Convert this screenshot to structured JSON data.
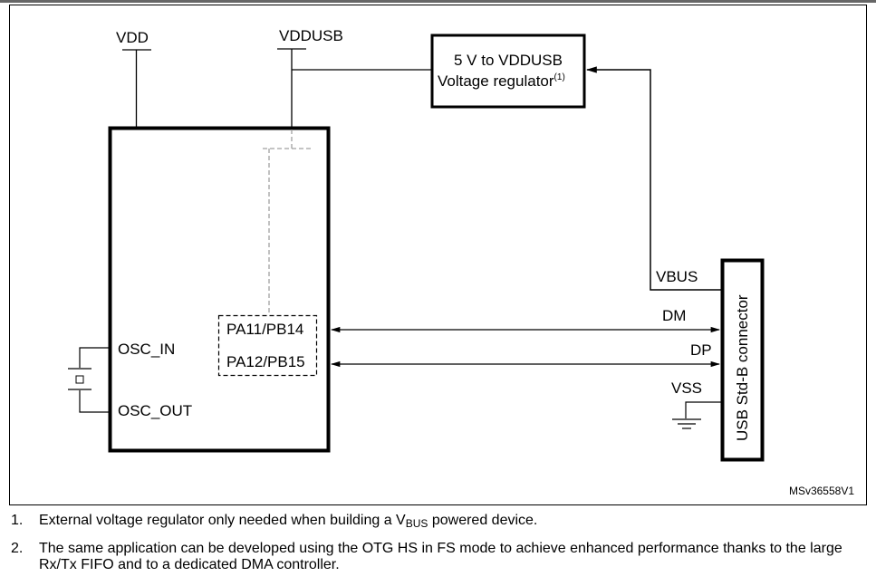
{
  "figure": {
    "id": "MSv36558V1",
    "supplies": {
      "vdd": "VDD",
      "vddusb": "VDDUSB"
    },
    "regulator": {
      "line1": "5 V to VDDUSB",
      "line2": "Voltage regulator",
      "footnote_ref": "(1)"
    },
    "mcu": {
      "osc_in": "OSC_IN",
      "osc_out": "OSC_OUT",
      "pin_dm": "PA11/PB14",
      "pin_dp": "PA12/PB15"
    },
    "connector": {
      "label": "USB Std-B connector",
      "signals": {
        "vbus": "VBUS",
        "dm": "DM",
        "dp": "DP",
        "vss": "VSS"
      }
    },
    "colors": {
      "line": "#000000",
      "dashed_internal": "#a0a0a0"
    }
  },
  "notes": [
    {
      "num": "1.",
      "pre": "External voltage regulator only needed when building a V",
      "sub": "BUS",
      "post": " powered device."
    },
    {
      "num": "2.",
      "pre": "The same application can be developed using the OTG HS in FS mode to achieve enhanced performance thanks to the large Rx/Tx FIFO and to a dedicated DMA controller.",
      "sub": "",
      "post": ""
    }
  ]
}
